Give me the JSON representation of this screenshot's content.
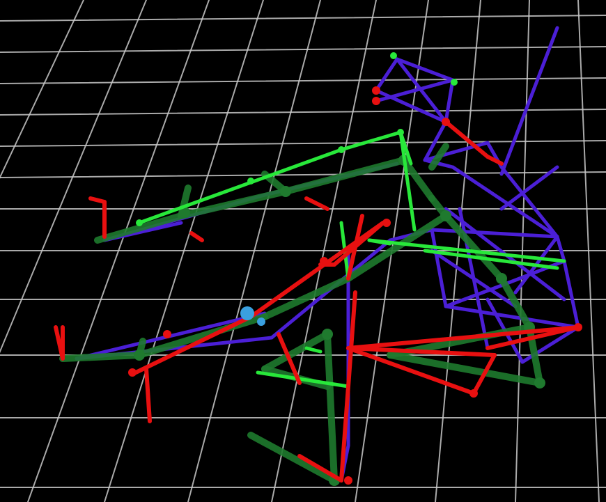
{
  "scene": {
    "type": "3d-skeleton-viewer",
    "background_color": "#000000",
    "grid_color": "#c8c8c8",
    "skeleton_colors": {
      "primary": "#4b1fd6",
      "dark_green": "#1f7a2e",
      "bright_green": "#28e83a",
      "red": "#e81010",
      "marker_blue": "#3aa0e0"
    },
    "skeletons": [
      "purple-skeleton",
      "dark-green-skeleton",
      "bright-green-skeleton",
      "red-skeleton"
    ],
    "visible_text": []
  }
}
